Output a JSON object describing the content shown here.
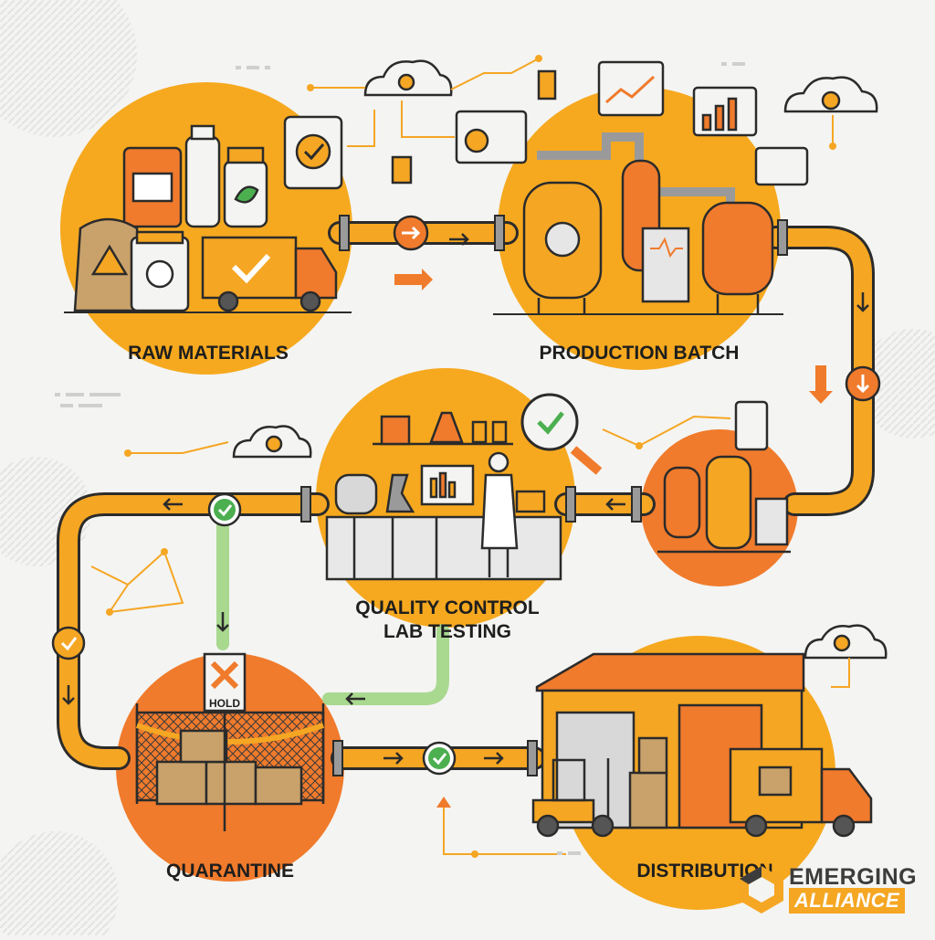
{
  "stages": {
    "raw_materials": "RAW MATERIALS",
    "production_batch": "PRODUCTION BATCH",
    "qc_line1": "QUALITY CONTROL",
    "qc_line2": "LAB TESTING",
    "quarantine": "QUARANTINE",
    "distribution": "DISTRIBUTION"
  },
  "signs": {
    "hold": "HOLD"
  },
  "brand": {
    "line1": "EMERGING",
    "line2": "ALLIANCE"
  },
  "colors": {
    "pipe": "#f5a623",
    "accent": "#f07b2c",
    "check": "#4caf50",
    "outline": "#2b2b2b",
    "circle": "#f6a91f",
    "green_path": "#a9d88f"
  }
}
